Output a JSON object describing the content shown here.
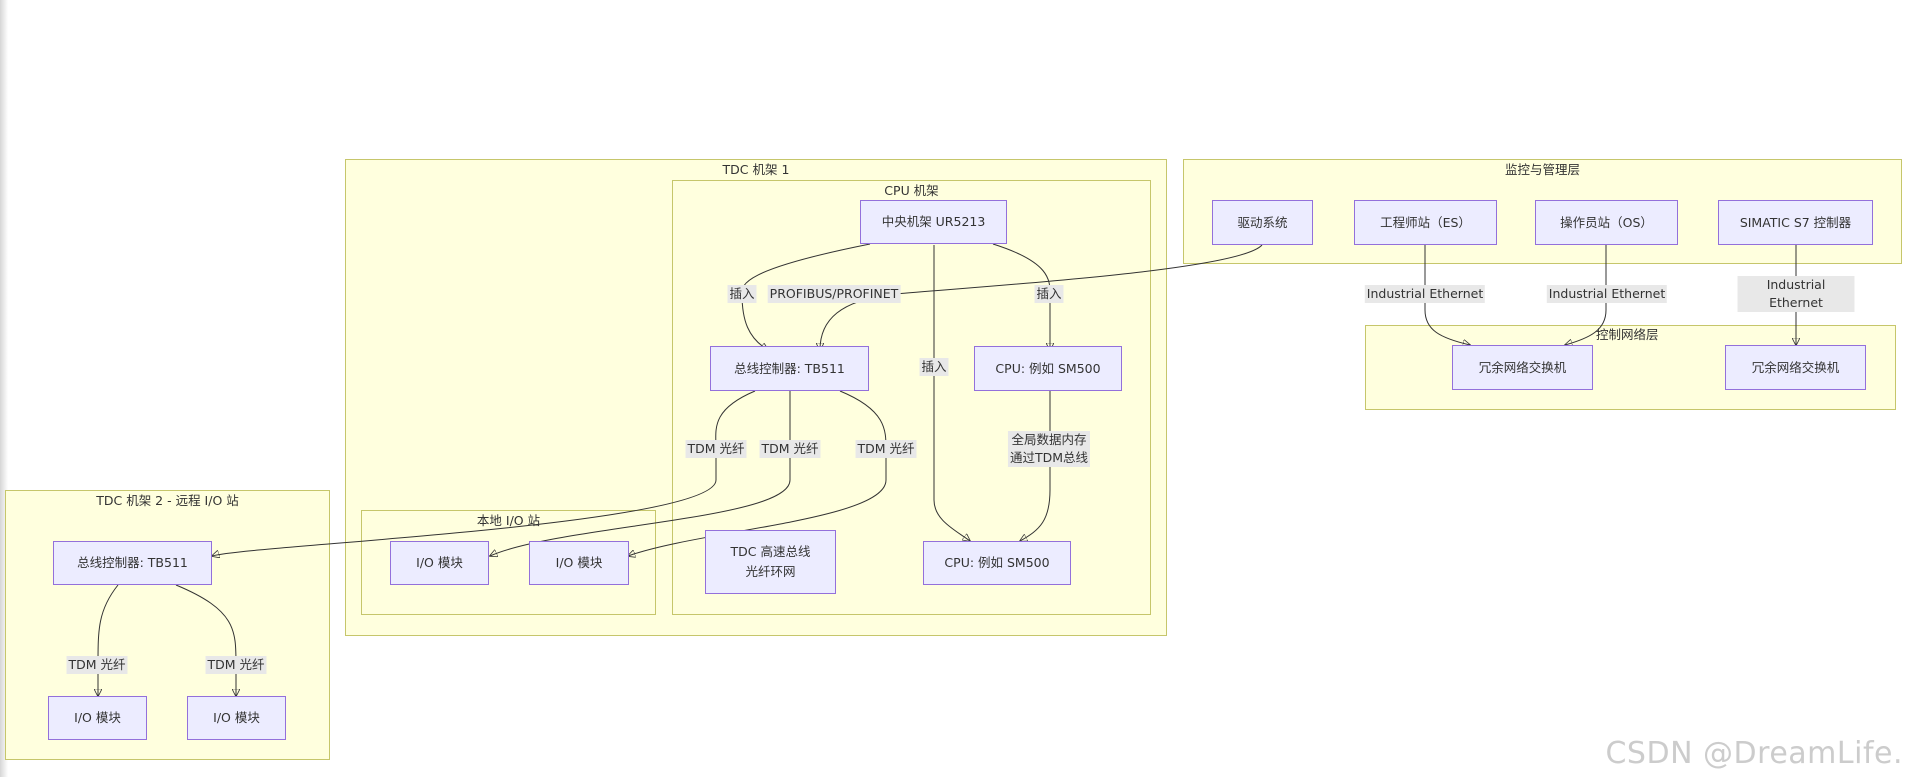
{
  "groups": {
    "tdc_rack1": "TDC 机架 1",
    "cpu_rack": "CPU 机架",
    "local_io": "本地 I/O 站",
    "tdc_rack2": "TDC 机架 2 - 远程 I/O 站",
    "monitor": "监控与管理层",
    "control_net": "控制网络层"
  },
  "nodes": {
    "central_rack": "中央机架 UR5213",
    "bus_ctrl_1": "总线控制器: TB511",
    "cpu_a": "CPU: 例如 SM500",
    "cpu_b": "CPU: 例如 SM500",
    "tdc_bus": "TDC 高速总线\n光纤环网",
    "local_io_1": "I/O 模块",
    "local_io_2": "I/O 模块",
    "bus_ctrl_2": "总线控制器: TB511",
    "remote_io_1": "I/O 模块",
    "remote_io_2": "I/O 模块",
    "drive": "驱动系统",
    "es": "工程师站（ES）",
    "os": "操作员站（OS）",
    "s7": "SIMATIC S7 控制器",
    "switch_1": "冗余网络交换机",
    "switch_2": "冗余网络交换机"
  },
  "edge_labels": {
    "plug_1": "插入",
    "profibus": "PROFIBUS/PROFINET",
    "plug_2": "插入",
    "plug_3": "插入",
    "global_mem": "全局数据内存\n通过TDM总线",
    "tdm_1": "TDM 光纤",
    "tdm_2": "TDM 光纤",
    "tdm_3": "TDM 光纤",
    "tdm_4": "TDM 光纤",
    "tdm_5": "TDM 光纤",
    "ie_1": "Industrial Ethernet",
    "ie_2": "Industrial Ethernet",
    "ie_3": "Industrial Ethernet"
  },
  "watermark": "CSDN @DreamLife."
}
